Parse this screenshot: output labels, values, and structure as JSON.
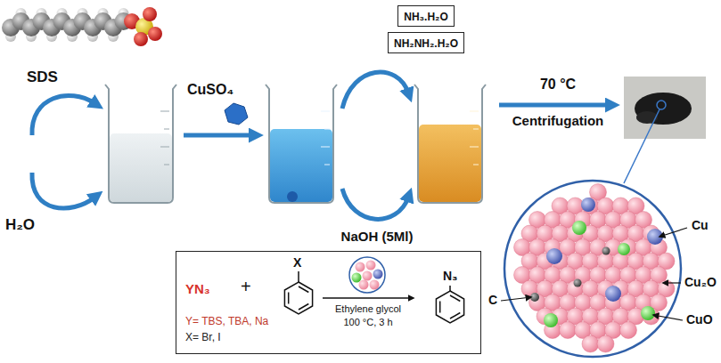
{
  "diagram": {
    "nodes": [
      {
        "text": [
          "NH₃.H₂O"
        ]
      },
      {
        "text": [
          "NH₂NH₂.H₂O"
        ]
      },
      {
        "text": [
          "YN₃",
          "+",
          "X",
          "Ethylene glycol",
          "100 °C, 3 h",
          "N₃",
          "Y= TBS, TBA, Na",
          "X= Br, I"
        ]
      }
    ],
    "labels": [
      "SDS",
      "H₂O",
      "CuSO₄",
      "NaOH (5Ml)",
      "70 °C",
      "Centrifugation",
      "Cu",
      "Cu₂O",
      "CuO",
      "C"
    ]
  }
}
